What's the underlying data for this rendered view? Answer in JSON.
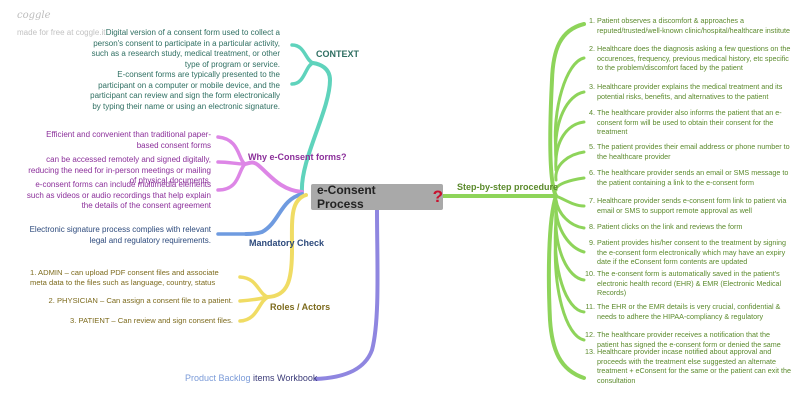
{
  "brand": {
    "logo_text": "coggle",
    "made_for_free": "made for free at coggle.it"
  },
  "central_node": {
    "label": "e-Consent Process",
    "icon": "question-mark-icon",
    "icon_glyph": "?",
    "color": "#a9a9a9"
  },
  "branches": {
    "context": {
      "label": "CONTEXT",
      "color": "#5fd3bc",
      "items": [
        "Digital version of a consent form used to collect a person's consent to participate in a particular activity, such as a research study, medical treatment, or other type of program or service.",
        "E-consent forms are typically presented to the participant on a computer or mobile device, and the participant can review and sign the form electronically by typing their name or using an electronic signature."
      ]
    },
    "why": {
      "label": "Why e-Consent forms?",
      "color": "#dd86e6",
      "items": [
        "Efficient and convenient than traditional paper-based consent forms",
        "can be accessed remotely and signed digitally, reducing the need for in-person meetings or mailing of physical documents.",
        "e-consent forms can include multimedia elements such as videos or audio recordings that help explain the details of the consent agreement"
      ]
    },
    "mandatory": {
      "label": "Mandatory Check",
      "color": "#6f9be0",
      "items": [
        "Electronic signature process complies with relevant legal and regulatory requirements."
      ]
    },
    "roles": {
      "label": "Roles / Actors",
      "color": "#f0dc64",
      "items": [
        {
          "num": "1.",
          "text": "ADMIN – can upload PDF consent files and associate meta data to the files such as language, country, status"
        },
        {
          "num": "2.",
          "text": "PHYSICIAN – Can assign a consent file to a patient."
        },
        {
          "num": "3.",
          "text": "PATIENT – Can review and sign consent files."
        }
      ]
    },
    "backlog": {
      "label_link": "Product Backlog",
      "label_rest": " items Workbook",
      "color": "#8f86e0"
    },
    "steps": {
      "label": "Step-by-step procedure",
      "color": "#8ed45a",
      "items": [
        {
          "num": "1.",
          "text": "Patient observes a discomfort & approaches a reputed/trusted/well-known clinic/hospital/healthcare institute"
        },
        {
          "num": "2.",
          "text": "Healthcare does the diagnosis asking a few questions on the occurences, frequency, previous medical history, etc specific to the problem/discomfort faced by the patient"
        },
        {
          "num": "3.",
          "text": "Healthcare provider explains the medical treatment and its potential risks, benefits, and alternatives to the patient"
        },
        {
          "num": "4.",
          "text": "The healthcare provider also informs the patient that an e-consent form will be used to obtain their consent for the treatment"
        },
        {
          "num": "5.",
          "text": "The patient provides their email address or phone number to the healthcare provider"
        },
        {
          "num": "6.",
          "text": "The healthcare provider sends an email or SMS message to the patient containing a link to the e-consent form"
        },
        {
          "num": "7.",
          "text": "Healthcare provider sends e-consent form link to patient via email or SMS to support remote approval as well"
        },
        {
          "num": "8.",
          "text": "Patient clicks on the link and reviews the form"
        },
        {
          "num": "9.",
          "text": "Patient provides his/her consent to the treatment by signing the e-consent form electronically which may have an expiry date if the eConsent form contents are updated"
        },
        {
          "num": "10.",
          "text": "The e-consent form is automatically saved in the patient's electronic health record (EHR) & EMR (Electronic Medical Records)"
        },
        {
          "num": "11.",
          "text": "The EHR or the EMR details is very crucial, confidential & needs to adhere the HIPAA-compliancy & regulatory"
        },
        {
          "num": "12.",
          "text": "The healthcare provider receives a notification that the patient has signed the e-consent form or denied the same"
        },
        {
          "num": "13.",
          "text": "Healthcare provider incase notified about approval and proceeds with the treatment else suggested an alternate treatment + eConsent for the same or the patient can exit the consultation"
        }
      ]
    }
  }
}
